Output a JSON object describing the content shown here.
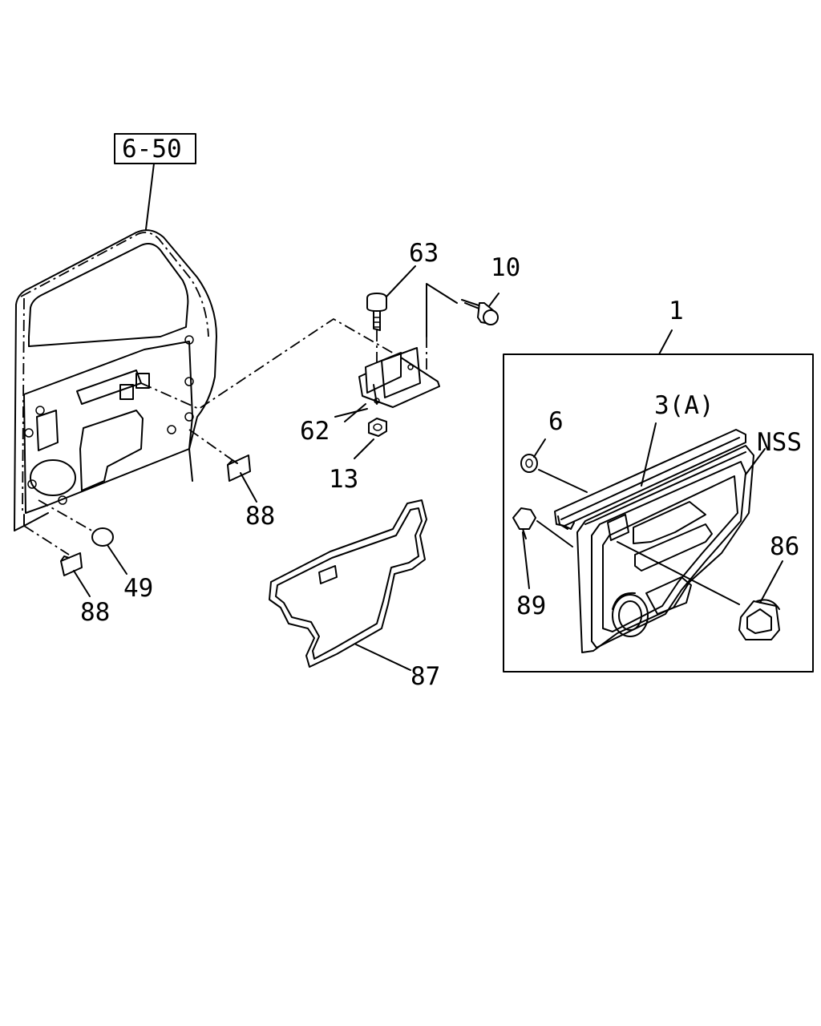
{
  "reference_box": "6-50",
  "callouts": {
    "c1": "1",
    "c3a": "3(A)",
    "c6": "6",
    "c10": "10",
    "c13": "13",
    "c49": "49",
    "c62": "62",
    "c63": "63",
    "c86": "86",
    "c87": "87",
    "c88a": "88",
    "c88b": "88",
    "c89": "89",
    "nss": "NSS"
  }
}
